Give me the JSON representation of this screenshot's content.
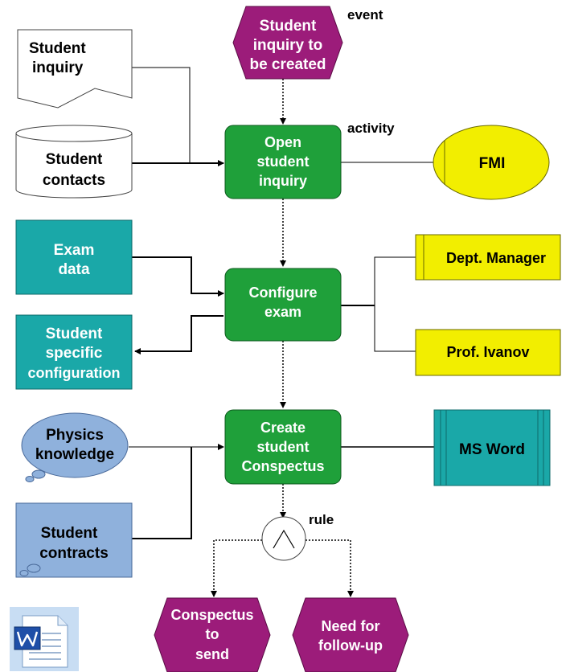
{
  "annotations": {
    "event": "event",
    "activity": "activity",
    "rule": "rule"
  },
  "events": {
    "start": [
      "Student",
      "inquiry to",
      "be created"
    ],
    "end_left": [
      "Conspectus",
      "to",
      "send"
    ],
    "end_right": [
      "Need for",
      "follow-up"
    ]
  },
  "functions": {
    "open_inquiry": [
      "Open",
      "student",
      "inquiry"
    ],
    "configure_exam": [
      "Configure",
      "exam"
    ],
    "create_conspectus": [
      "Create",
      "student",
      "Conspectus"
    ]
  },
  "documents": {
    "student_inquiry": [
      "Student",
      "inquiry"
    ]
  },
  "databases": {
    "student_contacts": [
      "Student",
      "contacts"
    ]
  },
  "data_objects": {
    "exam_data": [
      "Exam",
      "data"
    ],
    "student_specific_config": [
      "Student",
      "specific",
      "configuration"
    ],
    "student_contracts": [
      "Student",
      "contracts"
    ]
  },
  "knowledge": {
    "physics_knowledge": [
      "Physics",
      "knowledge"
    ]
  },
  "org_units": {
    "fmi": "FMI",
    "dept_manager": "Dept. Manager",
    "prof_ivanov": "Prof. Ivanov"
  },
  "systems": {
    "ms_word": "MS Word"
  },
  "icons": {
    "connector": "and-operator-icon",
    "app_icon": "word-document-icon"
  },
  "colors": {
    "event": "#9c1c7a",
    "function": "#1fa03a",
    "data": "#1aa8a8",
    "org_unit": "#f2ee00",
    "knowledge": "#8fb1dc",
    "line": "#000000"
  }
}
